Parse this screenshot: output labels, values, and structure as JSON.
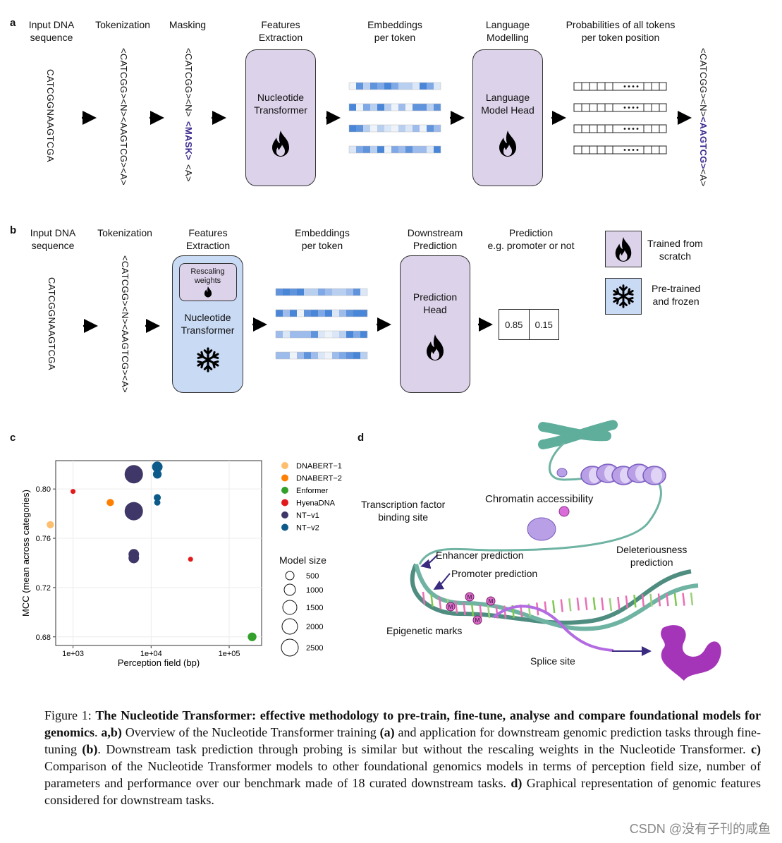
{
  "panel_a": {
    "label": "a",
    "headers": [
      {
        "line1": "Input DNA",
        "line2": "sequence"
      },
      {
        "line1": "Tokenization",
        "line2": ""
      },
      {
        "line1": "Masking",
        "line2": ""
      },
      {
        "line1": "Features",
        "line2": "Extraction"
      },
      {
        "line1": "Embeddings",
        "line2": "per token"
      },
      {
        "line1": "Language",
        "line2": "Modelling"
      },
      {
        "line1": "Probabilities of all tokens",
        "line2": "per token position"
      }
    ],
    "sequence": "CATCGGNAAGTCGA",
    "tokens": "<CATCGG><N><AAGTCG><A>",
    "masked_prefix": "<CATCGG><N>",
    "mask_token": "<MASK>",
    "masked_suffix": "<A>",
    "transformer_line1": "Nucleotide",
    "transformer_line2": "Transformer",
    "head_line1": "Language",
    "head_line2": "Model Head",
    "output_prefix": "<CATCGG><N>",
    "output_highlight": "<AAGTCG>",
    "output_suffix": "<A>"
  },
  "panel_b": {
    "label": "b",
    "headers": [
      {
        "line1": "Input DNA",
        "line2": "sequence"
      },
      {
        "line1": "Tokenization",
        "line2": ""
      },
      {
        "line1": "Features",
        "line2": "Extraction"
      },
      {
        "line1": "Embeddings",
        "line2": "per token"
      },
      {
        "line1": "Downstream",
        "line2": "Prediction"
      },
      {
        "line1": "Prediction",
        "line2": "e.g. promoter or not"
      }
    ],
    "sequence": "CATCGGNAAGTCGA",
    "tokens": "<CATCGG><N><AAGTCG><A>",
    "rescaling_line1": "Rescaling",
    "rescaling_line2": "weights",
    "transformer_line1": "Nucleotide",
    "transformer_line2": "Transformer",
    "head_line1": "Prediction",
    "head_line2": "Head",
    "pred_values": [
      "0.85",
      "0.15"
    ],
    "legend_trained_line1": "Trained from",
    "legend_trained_line2": "scratch",
    "legend_frozen_line1": "Pre-trained",
    "legend_frozen_line2": "and frozen"
  },
  "panel_c": {
    "label": "c",
    "size_legend_title": "Model size",
    "size_legend": [
      "500",
      "1000",
      "1500",
      "2000",
      "2500"
    ]
  },
  "chart_data": {
    "type": "scatter",
    "xlabel": "Perception field (bp)",
    "ylabel": "MCC (mean across categories)",
    "x_scale": "log",
    "xlim": [
      600,
      260000
    ],
    "ylim": [
      0.673,
      0.823
    ],
    "xticks": [
      {
        "v": 1000,
        "label": "1e+03"
      },
      {
        "v": 10000,
        "label": "1e+04"
      },
      {
        "v": 100000,
        "label": "1e+05"
      }
    ],
    "yticks": [
      {
        "v": 0.68,
        "label": "0.68"
      },
      {
        "v": 0.72,
        "label": "0.72"
      },
      {
        "v": 0.76,
        "label": "0.76"
      },
      {
        "v": 0.8,
        "label": "0.80"
      }
    ],
    "grid": true,
    "legend_placement": "right",
    "series": [
      {
        "name": "DNABERT−1",
        "color": "#fdbf6f",
        "points": [
          {
            "x": 512,
            "y": 0.771,
            "size": 117
          }
        ]
      },
      {
        "name": "DNABERT−2",
        "color": "#ff7f00",
        "points": [
          {
            "x": 3000,
            "y": 0.789,
            "size": 117
          }
        ]
      },
      {
        "name": "Enformer",
        "color": "#33a02c",
        "points": [
          {
            "x": 196608,
            "y": 0.68,
            "size": 250
          }
        ]
      },
      {
        "name": "HyenaDNA",
        "color": "#e31a1c",
        "points": [
          {
            "x": 1000,
            "y": 0.798,
            "size": 7
          },
          {
            "x": 32000,
            "y": 0.743,
            "size": 7
          }
        ]
      },
      {
        "name": "NT−v1",
        "color": "#3f3768",
        "points": [
          {
            "x": 6000,
            "y": 0.812,
            "size": 2500
          },
          {
            "x": 6000,
            "y": 0.782,
            "size": 2500
          },
          {
            "x": 6000,
            "y": 0.747,
            "size": 500
          },
          {
            "x": 6000,
            "y": 0.744,
            "size": 500
          }
        ]
      },
      {
        "name": "NT−v2",
        "color": "#0b5a8a",
        "points": [
          {
            "x": 12000,
            "y": 0.818,
            "size": 500
          },
          {
            "x": 12000,
            "y": 0.812,
            "size": 250
          },
          {
            "x": 12000,
            "y": 0.793,
            "size": 100
          },
          {
            "x": 12000,
            "y": 0.789,
            "size": 50
          }
        ]
      }
    ]
  },
  "panel_d": {
    "label": "d",
    "labels": {
      "tf_line1": "Transcription factor",
      "tf_line2": "binding site",
      "chromatin": "Chromatin accessibility",
      "enhancer": "Enhancer prediction",
      "promoter": "Promoter prediction",
      "deleterious_line1": "Deleteriousness",
      "deleterious_line2": "prediction",
      "epigenetic": "Epigenetic marks",
      "splice": "Splice site",
      "mark_letter": "M"
    }
  },
  "caption": {
    "figure_label": "Figure 1:",
    "bold_title": "The Nucleotide Transformer: effective methodology to pre-train, fine-tune, analyse and compare foundational models for genomics",
    "ab_label": "a,b)",
    "ab_text_1": "Overview of the Nucleotide Transformer training",
    "a_ref": "(a)",
    "ab_text_2": "and application for downstream genomic prediction tasks through fine-tuning",
    "b_ref": "(b)",
    "ab_text_3": ". Downstream task prediction through probing is similar but without the rescaling weights in the Nucleotide Transformer.",
    "c_label": "c)",
    "c_text": "Comparison of the Nucleotide Transformer models to other foundational genomics models in terms of perception field size, number of parameters and performance over our benchmark made of 18 curated downstream tasks.",
    "d_label": "d)",
    "d_text": "Graphical representation of genomic features considered for downstream tasks."
  },
  "watermark": "CSDN @没有子刊的咸鱼"
}
